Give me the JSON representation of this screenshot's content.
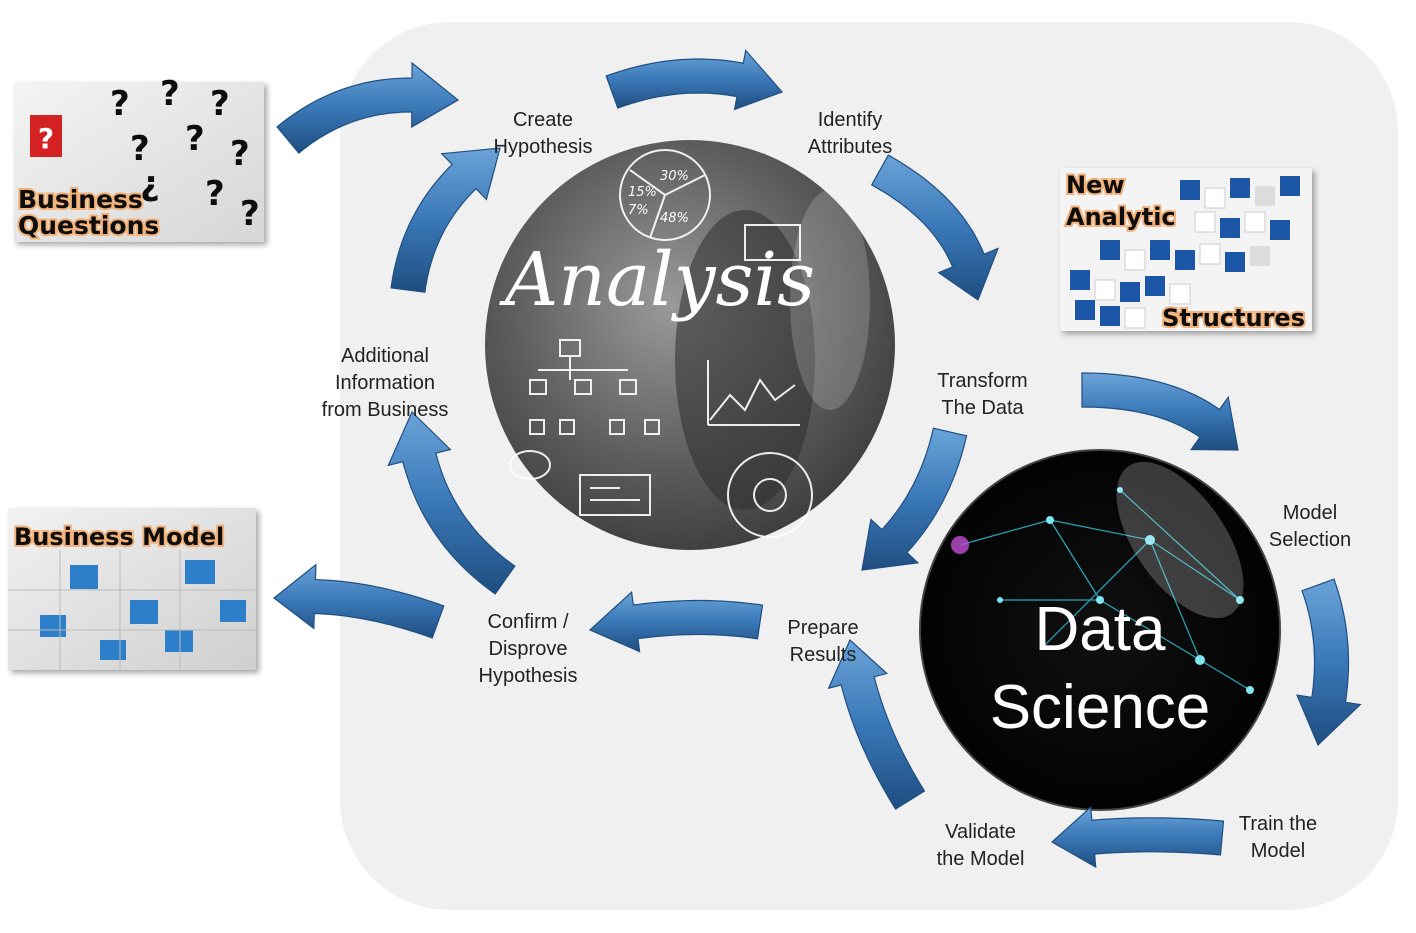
{
  "steps": {
    "create_hypothesis": [
      "Create",
      "Hypothesis"
    ],
    "identify_attributes": [
      "Identify",
      "Attributes"
    ],
    "transform_data": [
      "Transform",
      "The Data"
    ],
    "model_selection": [
      "Model",
      "Selection"
    ],
    "train_model": [
      "Train the",
      "Model"
    ],
    "validate_model": [
      "Validate",
      "the Model"
    ],
    "prepare_results": [
      "Prepare",
      "Results"
    ],
    "confirm_disprove": [
      "Confirm /",
      "Disprove",
      "Hypothesis"
    ],
    "additional_info": [
      "Additional",
      "Information",
      "from Business"
    ]
  },
  "cards": {
    "business_questions": [
      "Business",
      "Questions"
    ],
    "new_analytic_structures": [
      "New",
      "Analytic",
      "Structures"
    ],
    "business_model": "Business Model"
  },
  "circles": {
    "analysis": "Analysis",
    "data_science": [
      "Data",
      "Science"
    ],
    "analysis_chart_labels": [
      "30%",
      "15%",
      "7%",
      "48%"
    ]
  },
  "colors": {
    "arrow": "#3a78b8",
    "arrow_dark": "#1f4e80",
    "panel_bg": "#f0f0f0",
    "label_outline": "#f2b27a"
  }
}
